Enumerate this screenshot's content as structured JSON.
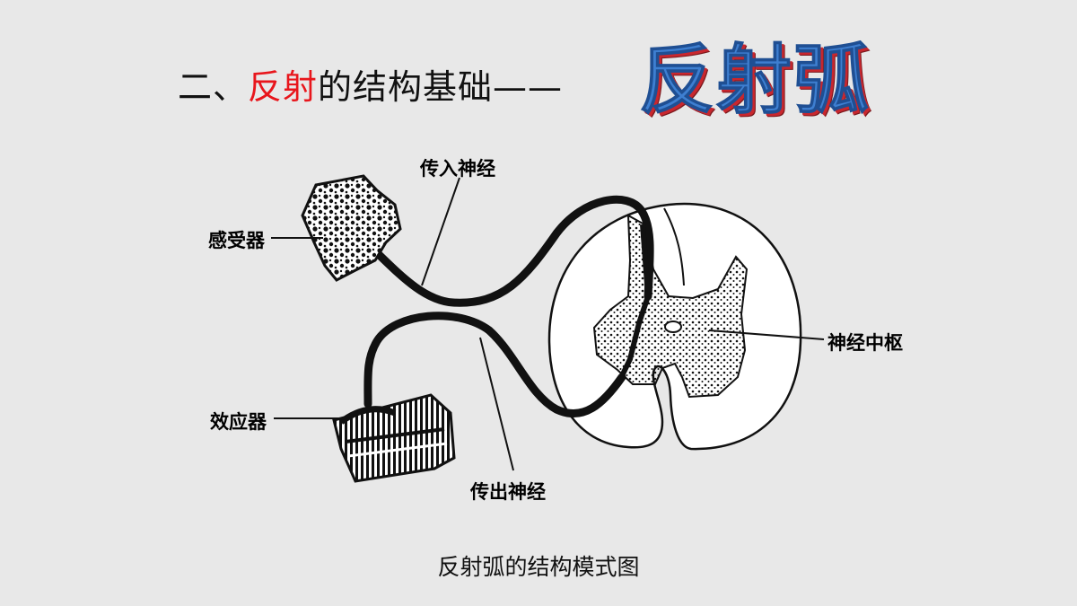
{
  "slide": {
    "title_prefix": "二、",
    "title_accent": "反射",
    "title_suffix": "的结构基础——",
    "big_title": "反射弧",
    "caption": "反射弧的结构模式图"
  },
  "diagram": {
    "labels": {
      "afferent_nerve": "传入神经",
      "receptor": "感受器",
      "nerve_center": "神经中枢",
      "effector": "效应器",
      "efferent_nerve": "传出神经"
    }
  },
  "colors": {
    "background": "#e8e8e8",
    "title_accent": "#e8161c",
    "big_title_fill": "#3e7fd1",
    "big_title_shadow": "#c9272e"
  }
}
